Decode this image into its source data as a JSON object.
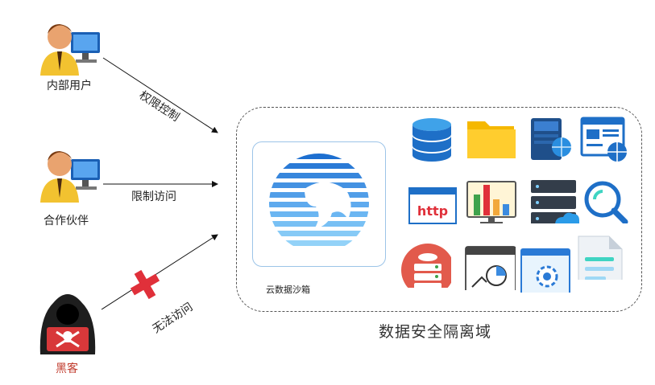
{
  "actors": [
    {
      "name": "内部用户",
      "access": "权限控制"
    },
    {
      "name": "合作伙伴",
      "access": "限制访问"
    },
    {
      "name": "黑客",
      "access": "无法访问"
    }
  ],
  "sandbox": {
    "label": "云数据沙箱"
  },
  "zone": {
    "title": "数据安全隔离域"
  },
  "resource_icons": [
    "database-icon",
    "folder-icon",
    "server-globe-icon",
    "web-page-globe-icon",
    "http-icon",
    "chart-monitor-icon",
    "server-cloud-icon",
    "search-icon",
    "db-server-icon",
    "dashboard-icon",
    "settings-window-icon",
    "document-icon"
  ],
  "colors": {
    "hacker_label": "#c0392b",
    "cross": "#e0303a",
    "zone_border": "#555555"
  }
}
